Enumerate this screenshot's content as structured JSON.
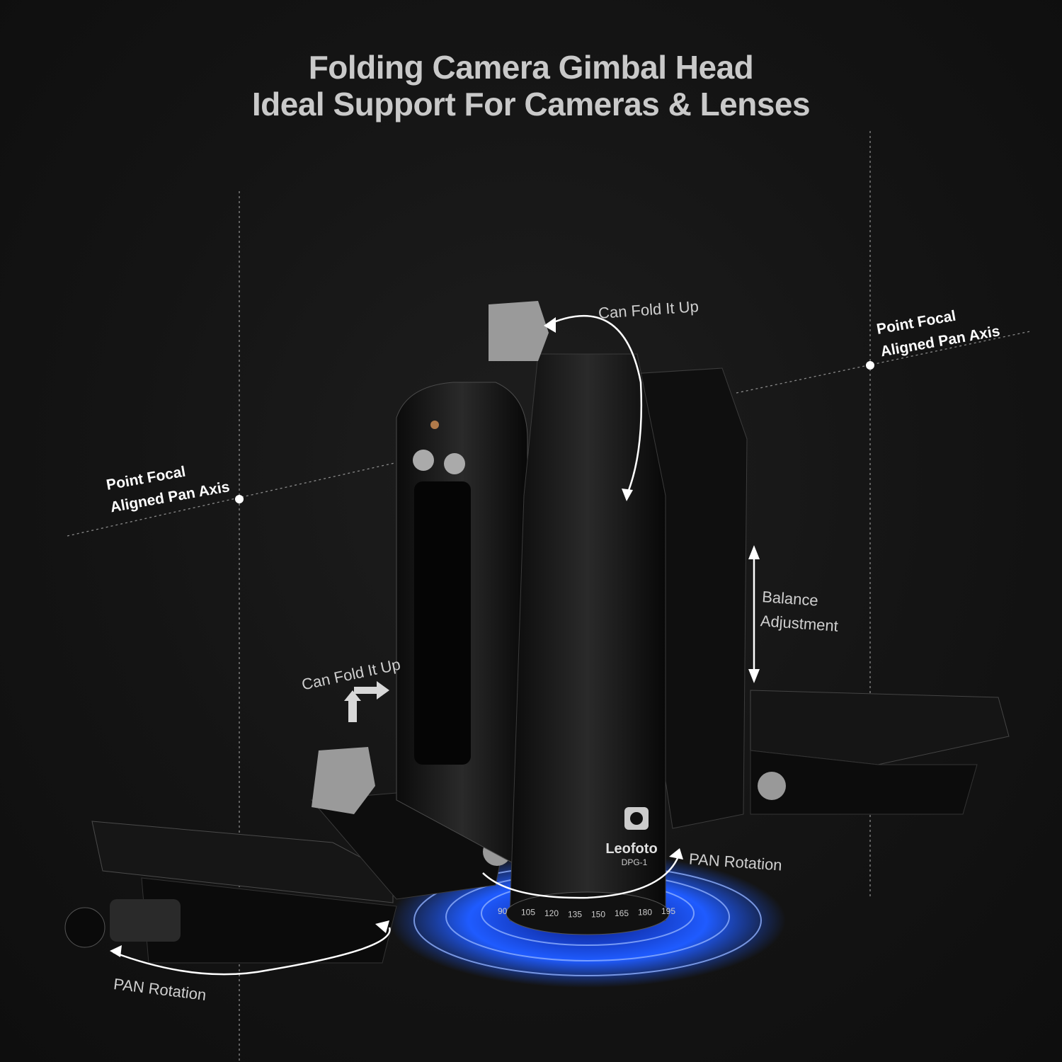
{
  "header": {
    "title_line1": "Folding Camera Gimbal Head",
    "title_line2": "Ideal Support For Cameras & Lenses"
  },
  "callouts": {
    "fold_top": "Can Fold It Up",
    "fold_left": "Can Fold It Up",
    "focal_left": [
      "Point Focal",
      "Aligned Pan Axis"
    ],
    "focal_right": [
      "Point Focal",
      "Aligned Pan Axis"
    ],
    "balance": [
      "Balance",
      "Adjustment"
    ],
    "pan_right": "PAN Rotation",
    "pan_left": "PAN Rotation"
  },
  "product": {
    "brand": "Leofoto",
    "model": "DPG-1",
    "dial_scale": [
      "90",
      "105",
      "120",
      "135",
      "150",
      "165",
      "180",
      "195"
    ]
  },
  "colors": {
    "background": "#121212",
    "accent_glow": "#1f5bff",
    "text": "#cfcfcf"
  }
}
